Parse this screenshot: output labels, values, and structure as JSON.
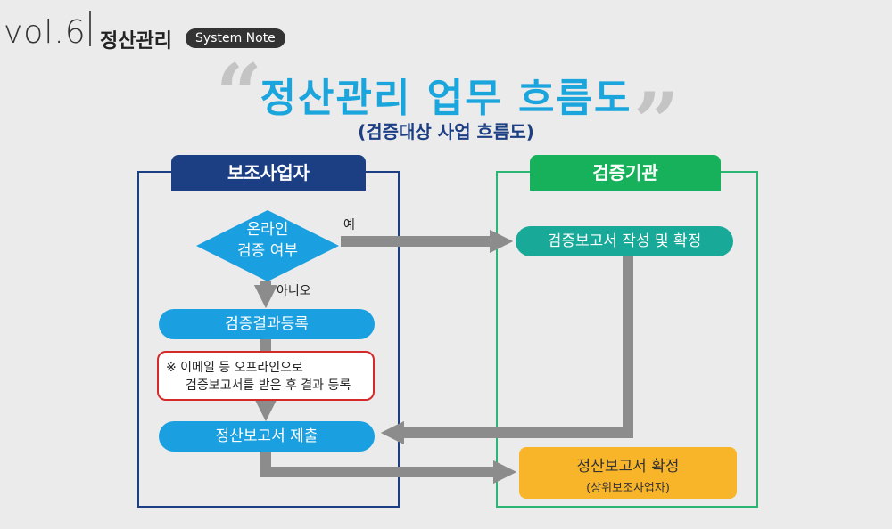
{
  "header": {
    "vol": "vol.6",
    "section": "정산관리",
    "badge": "System Note"
  },
  "title": {
    "main": "정산관리 업무 흐름도",
    "sub": "(검증대상 사업 흐름도)"
  },
  "left_panel": {
    "header": "보조사업자",
    "decision_line1": "온라인",
    "decision_line2": "검증 여부",
    "yes_label": "예",
    "no_label": "아니오",
    "step_register": "검증결과등록",
    "note_line1": "※ 이메일 등 오프라인으로",
    "note_line2": "검증보고서를 받은 후  결과 등록",
    "step_submit": "정산보고서 제출"
  },
  "right_panel": {
    "header": "검증기관",
    "step_report": "검증보고서 작성 및 확정",
    "final_main": "정산보고서 확정",
    "final_sub": "(상위보조사업자)"
  },
  "colors": {
    "navy": "#1c3f84",
    "blue": "#1aa0e0",
    "green": "#16b15a",
    "teal": "#19a999",
    "orange": "#f9b52a",
    "red": "#d42a2a",
    "arrow": "#8c8c8c"
  }
}
